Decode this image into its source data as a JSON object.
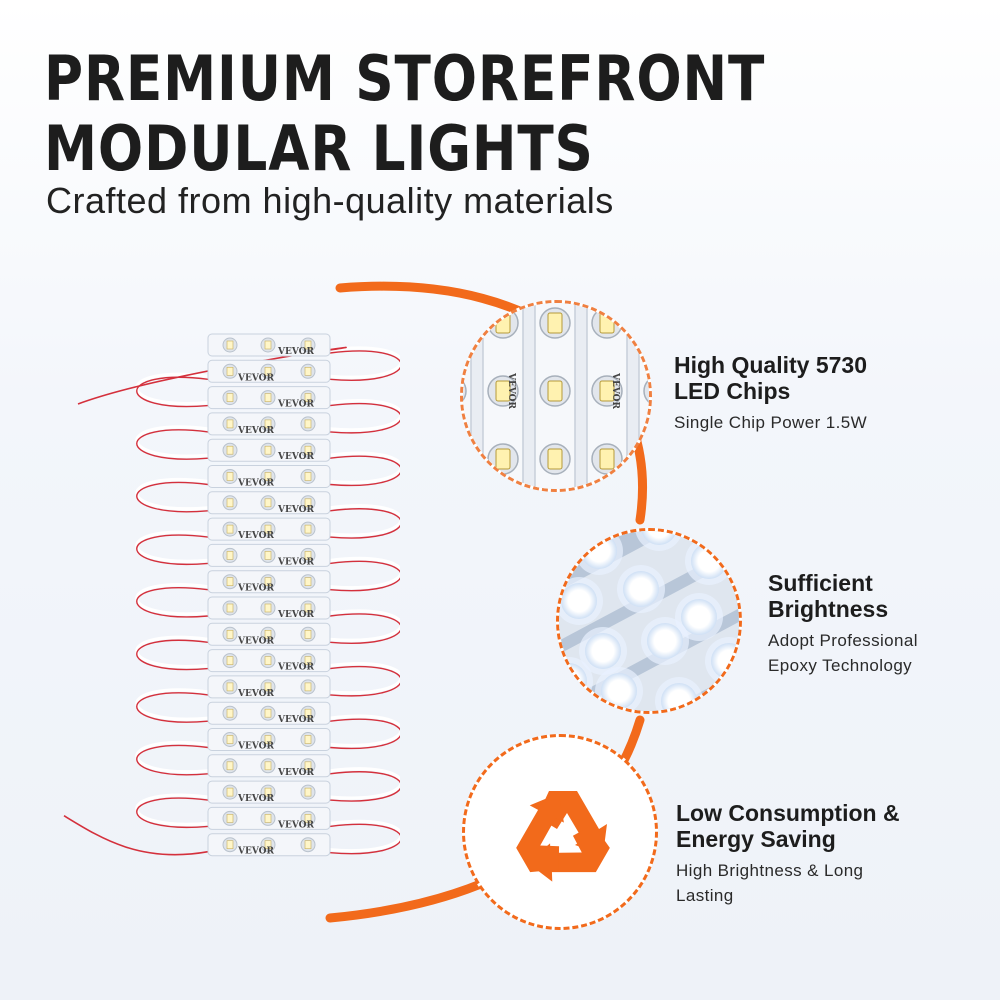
{
  "headline": "PREMIUM STOREFRONT MODULAR LIGHTS",
  "subtitle": "Crafted from high-quality materials",
  "brand": "VEVOR",
  "colors": {
    "accent": "#f26a1b",
    "module": "#f4f6fa",
    "wire_red": "#d4303c",
    "wire_white": "#ffffff"
  },
  "features": [
    {
      "title_line1": "High Quality 5730",
      "title_line2": "LED Chips",
      "desc_line1": "Single Chip Power 1.5W",
      "desc_line2": "",
      "icon": "led-chip-closeup"
    },
    {
      "title_line1": "Sufficient",
      "title_line2": "Brightness",
      "desc_line1": "Adopt Professional",
      "desc_line2": "Epoxy Technology",
      "icon": "glowing-led-closeup"
    },
    {
      "title_line1": "Low Consumption &",
      "title_line2": "Energy Saving",
      "desc_line1": "High Brightness & Long",
      "desc_line2": "Lasting",
      "icon": "recycle-icon"
    }
  ]
}
